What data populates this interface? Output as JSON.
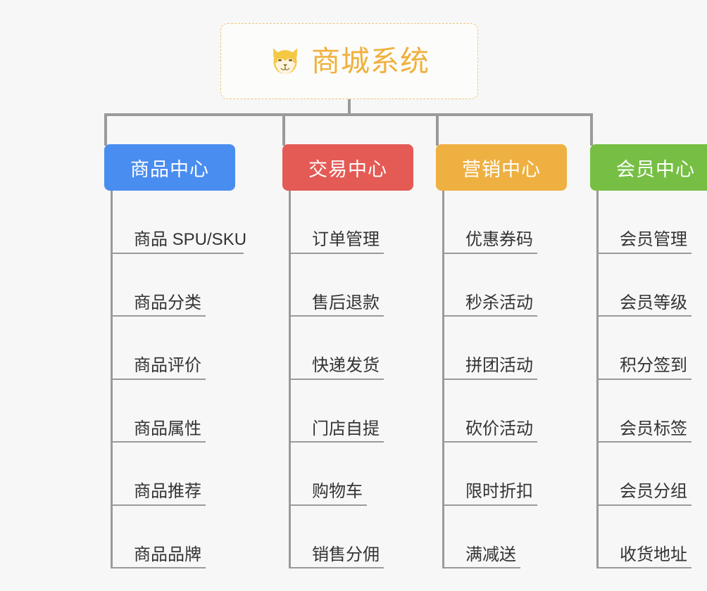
{
  "root": {
    "label": "商城系统",
    "icon": "shiba-dog-face-icon",
    "text_color": "#f0b03c",
    "border_color": "#eec57a",
    "background": "#fcfcfa"
  },
  "canvas": {
    "background": "#f7f7f7",
    "connector_color": "#9a9a9a"
  },
  "columns": [
    {
      "title": "商品中心",
      "color": "#4a8df0",
      "items": [
        "商品 SPU/SKU",
        "商品分类",
        "商品评价",
        "商品属性",
        "商品推荐",
        "商品品牌"
      ]
    },
    {
      "title": "交易中心",
      "color": "#e45b55",
      "items": [
        "订单管理",
        "售后退款",
        "快递发货",
        "门店自提",
        "购物车",
        "销售分佣"
      ]
    },
    {
      "title": "营销中心",
      "color": "#eeb041",
      "items": [
        "优惠券码",
        "秒杀活动",
        "拼团活动",
        "砍价活动",
        "限时折扣",
        "满减送"
      ]
    },
    {
      "title": "会员中心",
      "color": "#76bf44",
      "items": [
        "会员管理",
        "会员等级",
        "积分签到",
        "会员标签",
        "会员分组",
        "收货地址"
      ]
    }
  ]
}
